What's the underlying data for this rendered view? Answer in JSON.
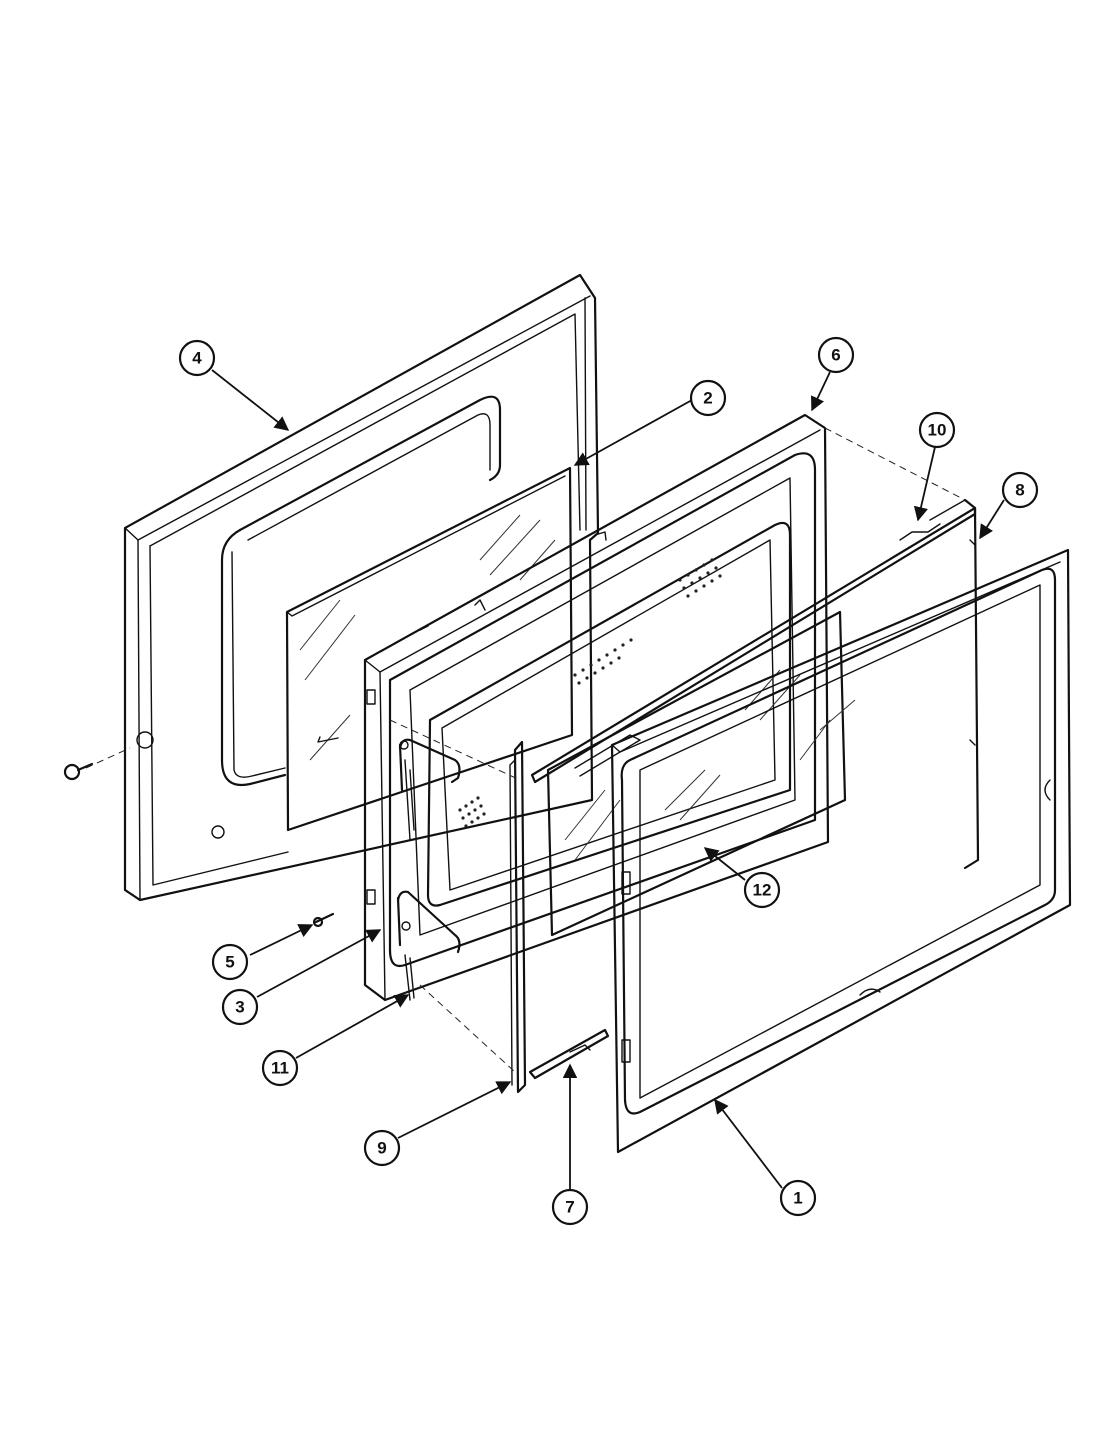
{
  "callouts": [
    {
      "id": "4",
      "label": "4"
    },
    {
      "id": "2",
      "label": "2"
    },
    {
      "id": "6",
      "label": "6"
    },
    {
      "id": "10",
      "label": "10"
    },
    {
      "id": "8",
      "label": "8"
    },
    {
      "id": "12",
      "label": "12"
    },
    {
      "id": "5",
      "label": "5"
    },
    {
      "id": "3",
      "label": "3"
    },
    {
      "id": "11",
      "label": "11"
    },
    {
      "id": "9",
      "label": "9"
    },
    {
      "id": "7",
      "label": "7"
    },
    {
      "id": "1",
      "label": "1"
    }
  ],
  "colors": {
    "ink": "#111111",
    "paper": "#ffffff"
  }
}
